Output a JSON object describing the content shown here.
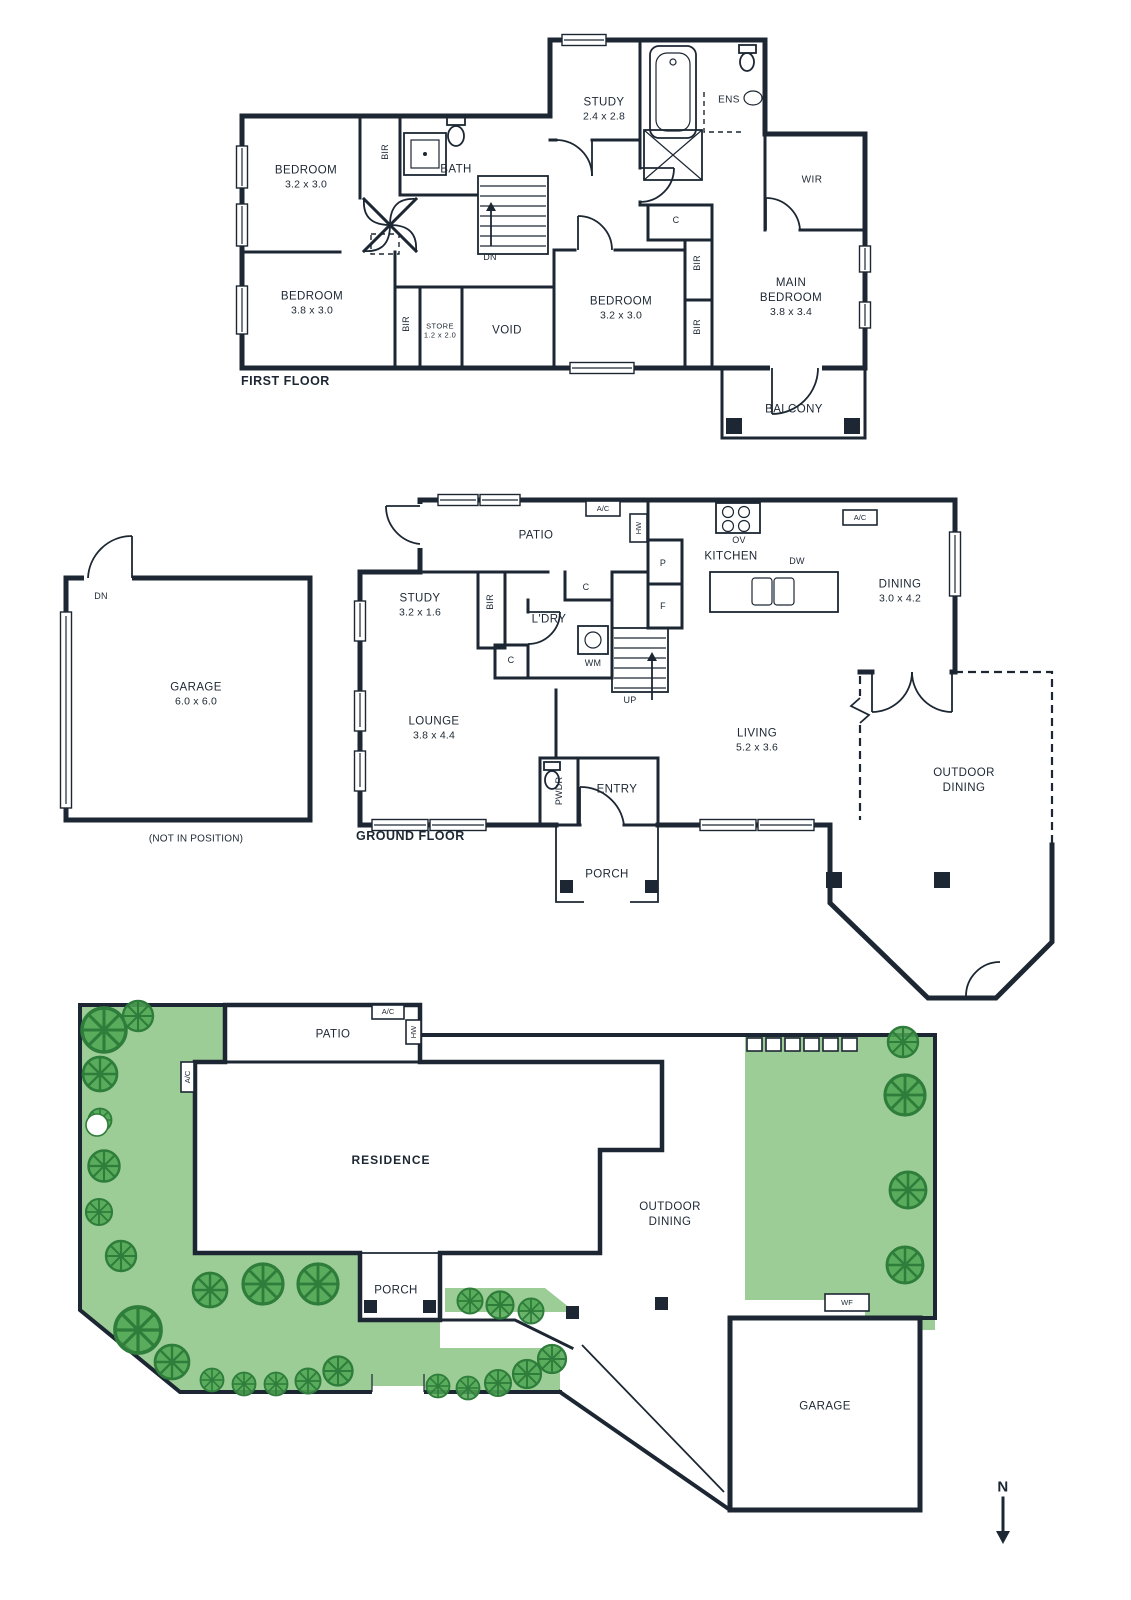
{
  "palette": {
    "wall": "#1c2733",
    "lawn": "#9ccd96",
    "tree": "#4fa653",
    "tree_line": "#2e7d3a"
  },
  "first_floor": {
    "title": "FIRST FLOOR",
    "bedroom1_name": "BEDROOM",
    "bedroom1_dims": "3.2 x 3.0",
    "bir": "BIR",
    "bath": "BATH",
    "study_name": "STUDY",
    "study_dims": "2.4 x 2.8",
    "ens": "ENS",
    "wir": "WIR",
    "closet": "C",
    "dn": "DN",
    "bedroom2_name": "BEDROOM",
    "bedroom2_dims": "3.8 x 3.0",
    "store_name": "STORE",
    "store_dims": "1.2 x 2.0",
    "void": "VOID",
    "bedroom3_name": "BEDROOM",
    "bedroom3_dims": "3.2 x 3.0",
    "main_bedroom_name": "MAIN BEDROOM",
    "main_bedroom_dims": "3.8 x 3.4",
    "balcony": "BALCONY"
  },
  "ground_floor": {
    "title": "GROUND FLOOR",
    "garage_dn": "DN",
    "garage_name": "GARAGE",
    "garage_dims": "6.0 x 6.0",
    "garage_note": "(NOT IN POSITION)",
    "patio": "PATIO",
    "ac": "A/C",
    "hw": "HW",
    "ov": "OV",
    "kitchen": "KITCHEN",
    "dw": "DW",
    "dining_name": "DINING",
    "dining_dims": "3.0 x 4.2",
    "pantry": "P",
    "fridge": "F",
    "study_name": "STUDY",
    "study_dims": "3.2 x 1.6",
    "bir": "BIR",
    "closet": "C",
    "laundry": "L'DRY",
    "wm": "WM",
    "up": "UP",
    "lounge_name": "LOUNGE",
    "lounge_dims": "3.8 x 4.4",
    "living_name": "LIVING",
    "living_dims": "5.2 x 3.6",
    "powder": "PWDR",
    "entry": "ENTRY",
    "porch": "PORCH",
    "outdoor_dining": "OUTDOOR DINING"
  },
  "site_plan": {
    "patio": "PATIO",
    "ac": "A/C",
    "hw": "HW",
    "residence": "RESIDENCE",
    "outdoor_dining": "OUTDOOR DINING",
    "porch": "PORCH",
    "wf": "WF",
    "garage": "GARAGE",
    "north": "N"
  }
}
